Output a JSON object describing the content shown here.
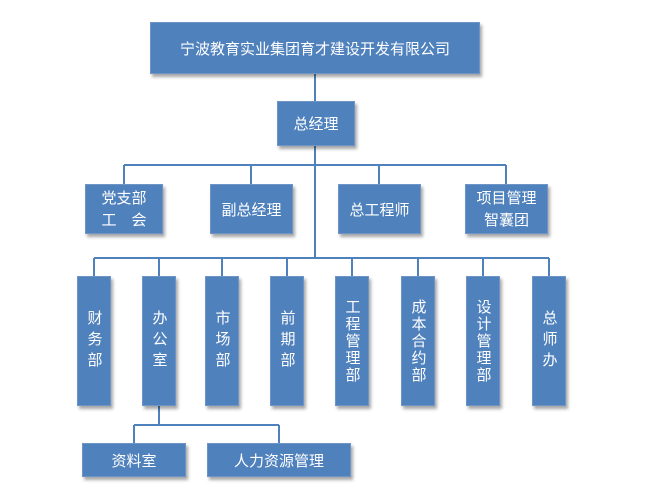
{
  "company": "宁波教育实业集团育才建设开发有限公司",
  "gm": "总经理",
  "level2": [
    "党支部\n工　会",
    "副总经理",
    "总工程师",
    "项目管理\n智囊团"
  ],
  "depts": [
    "财务部",
    "办公室",
    "市场部",
    "前期部",
    "工程管理部",
    "成本合约部",
    "设计管理部",
    "总师办"
  ],
  "sub": [
    "资料室",
    "人力资源管理"
  ],
  "colors": {
    "box": "#4f81bd",
    "line": "#4f81bd",
    "text": "#ffffff"
  }
}
